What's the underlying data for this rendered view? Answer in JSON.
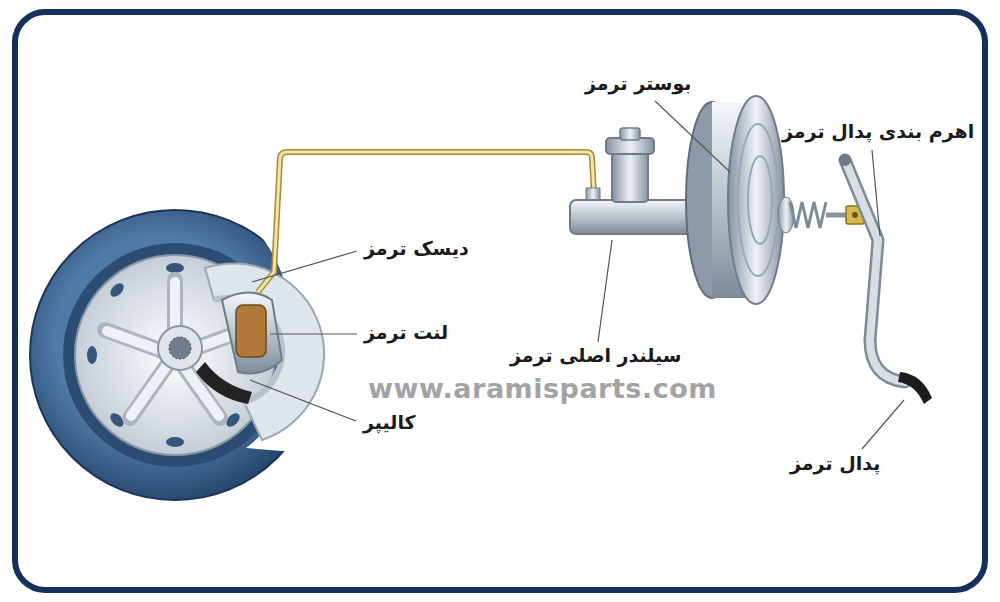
{
  "diagram": {
    "labels": [
      "بوستر ترمز",
      "اهرم بندی پدال ترمز",
      "دیسک ترمز",
      "لنت ترمز",
      "سیلندر اصلی ترمز",
      "کالیپر",
      "www.aramisparts.com",
      "پدال ترمز"
    ]
  }
}
